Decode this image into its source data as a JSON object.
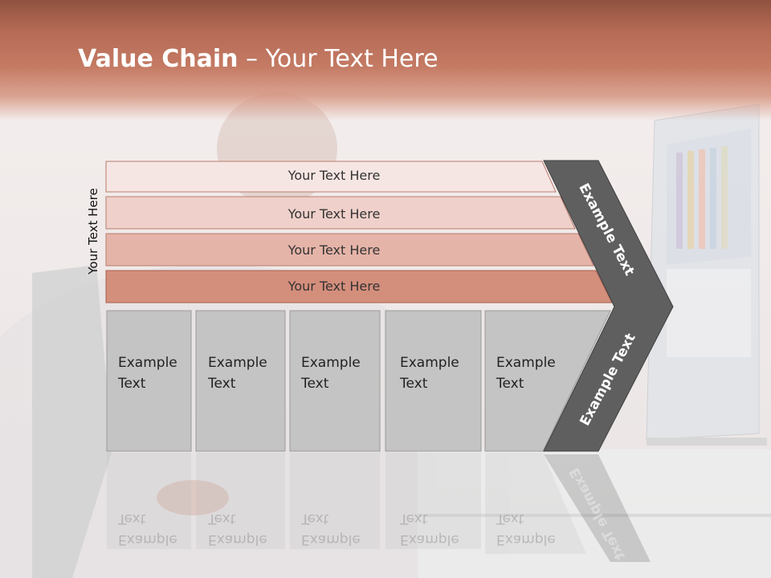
{
  "title": {
    "bold": "Value Chain",
    "rest": " – Your Text Here"
  },
  "side_label": "Your Text Here",
  "bars": [
    {
      "label": "Your Text Here",
      "color": "#f6e6e3"
    },
    {
      "label": "Your Text Here",
      "color": "#efd0ca"
    },
    {
      "label": "Your Text Here",
      "color": "#e5b4a8"
    },
    {
      "label": "Your Text Here",
      "color": "#d48e7c"
    }
  ],
  "columns": [
    {
      "label": "Example\nText"
    },
    {
      "label": "Example\nText"
    },
    {
      "label": "Example\nText"
    },
    {
      "label": "Example\nText"
    },
    {
      "label": "Example\nText"
    }
  ],
  "chevron_upper": "Example Text",
  "chevron_lower": "Example Text",
  "colors": {
    "header": "#c47a63",
    "column": "#c4c4c4",
    "chevron": "#5f5f5f"
  }
}
